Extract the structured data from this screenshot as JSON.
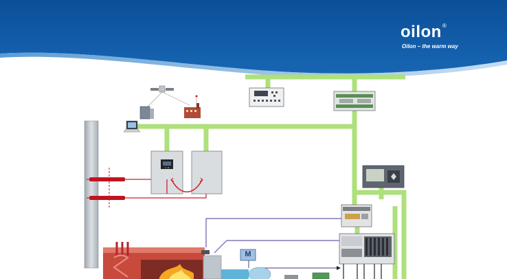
{
  "brand": {
    "logo": "oilon",
    "registered": "®",
    "tagline": "Oilon – the warm way",
    "colors": {
      "header_blue": "#0a4e98",
      "header_light": "#3f85c8",
      "bus_green": "#a8e07a",
      "signal_red": "#cc1f2a",
      "signal_purple": "#6d5aa8"
    }
  },
  "diagram": {
    "components": [
      {
        "id": "satellite",
        "icon": "satellite-icon"
      },
      {
        "id": "remote-server",
        "icon": "server-icon"
      },
      {
        "id": "remote-building",
        "icon": "factory-icon"
      },
      {
        "id": "laptop",
        "icon": "laptop-icon"
      },
      {
        "id": "operator-panel",
        "icon": "operator-panel-icon"
      },
      {
        "id": "plc-top",
        "icon": "plc-icon"
      },
      {
        "id": "control-cabinet-1",
        "icon": "cabinet-icon"
      },
      {
        "id": "control-cabinet-2",
        "icon": "cabinet-icon"
      },
      {
        "id": "display-panel",
        "icon": "display-icon"
      },
      {
        "id": "plc-middle",
        "icon": "plc-icon"
      },
      {
        "id": "burner-controller",
        "icon": "plc-icon"
      },
      {
        "id": "chimney",
        "icon": "chimney-icon"
      },
      {
        "id": "boiler",
        "icon": "boiler-icon"
      },
      {
        "id": "burner",
        "icon": "burner-icon"
      }
    ],
    "motor_label": "M"
  }
}
